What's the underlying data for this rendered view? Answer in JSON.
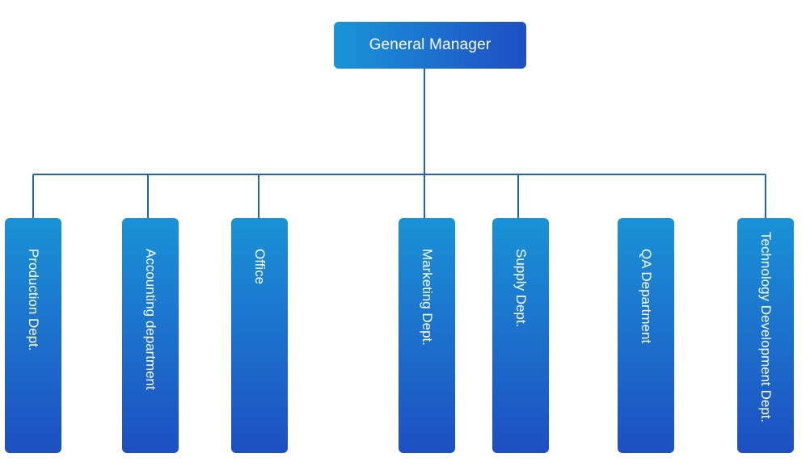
{
  "root": {
    "label": "General Manager"
  },
  "departments": [
    {
      "label": "Production Dept."
    },
    {
      "label": "Accounting department"
    },
    {
      "label": "Office"
    },
    {
      "label": "Marketing Dept."
    },
    {
      "label": "Supply Dept."
    },
    {
      "label": "QA Department"
    },
    {
      "label": "Technology Development Dept."
    }
  ],
  "colors": {
    "box_top": "#1a92d6",
    "box_bottom": "#1d4fc2",
    "connector": "#1f63a8",
    "text": "#ffffff"
  }
}
